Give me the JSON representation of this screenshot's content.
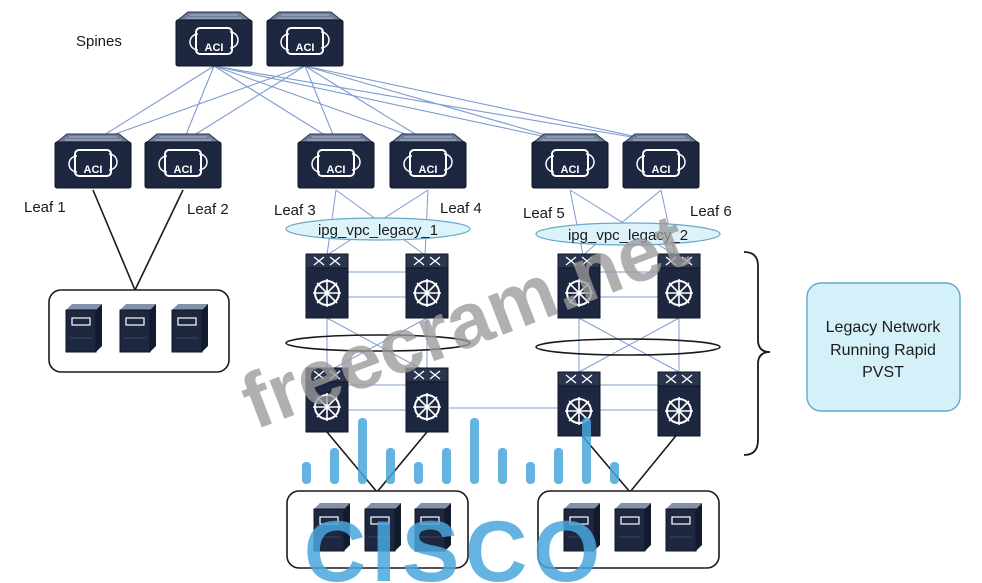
{
  "labels": {
    "spines": "Spines",
    "leaf1": "Leaf 1",
    "leaf2": "Leaf 2",
    "leaf3": "Leaf 3",
    "leaf4": "Leaf 4",
    "leaf5": "Leaf 5",
    "leaf6": "Leaf 6",
    "vpc1": "ipg_vpc_legacy_1",
    "vpc2": "ipg_vpc_legacy_2",
    "legacy_note": [
      "Legacy Network",
      "Running Rapid",
      "PVST"
    ]
  },
  "aci_badge": "ACI",
  "watermark": "freecram.net",
  "logo_text": "CISCO",
  "colors": {
    "link": "#7e9bd0",
    "device_dark": "#1e2740",
    "device_top": "#5a6a88",
    "vpc_fill": "#dcf3fb",
    "vpc_stroke": "#6aa8c8",
    "note_fill": "#d4f1fa",
    "note_stroke": "#5fa9c8",
    "watermark": "#9a9a9a",
    "logo": "#4aa6dc"
  }
}
